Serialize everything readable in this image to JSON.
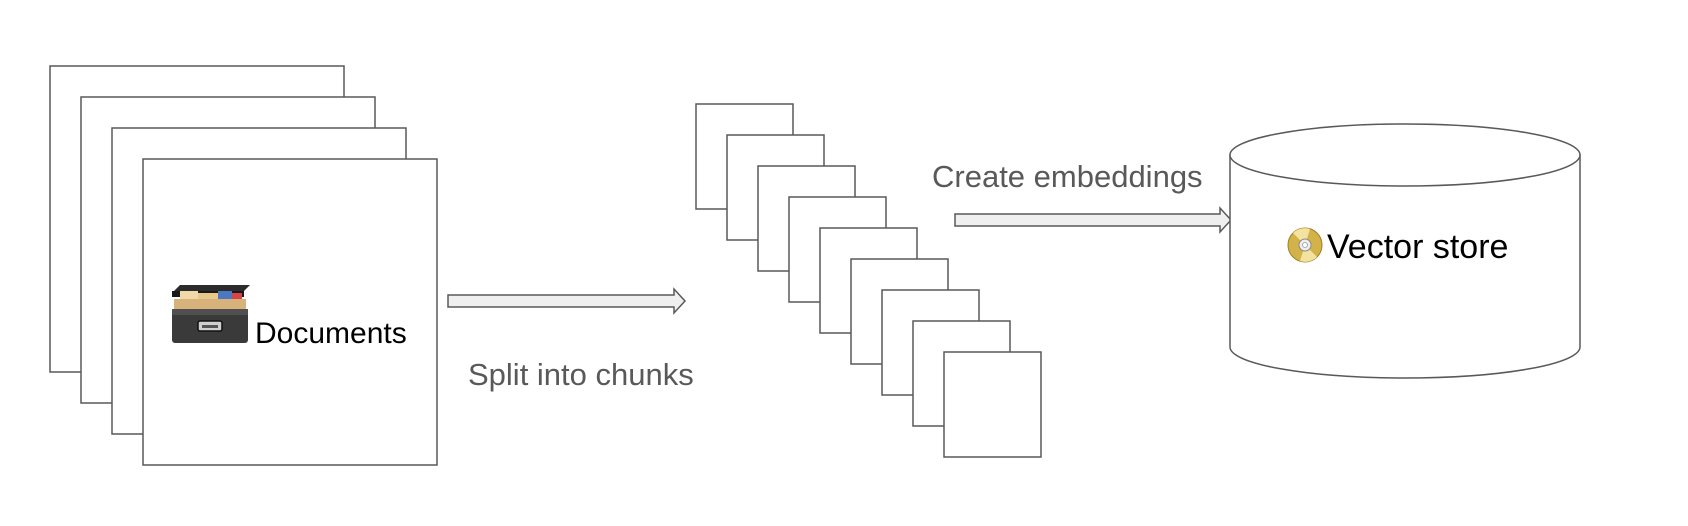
{
  "diagram": {
    "documents": {
      "label": "Documents",
      "icon": "card-file-box-icon",
      "page_count": 4
    },
    "split_step": {
      "label": "Split into chunks"
    },
    "chunks": {
      "count": 9
    },
    "embed_step": {
      "label": "Create embeddings"
    },
    "vector_store": {
      "label": "Vector store",
      "icon": "optical-disc-icon"
    }
  }
}
